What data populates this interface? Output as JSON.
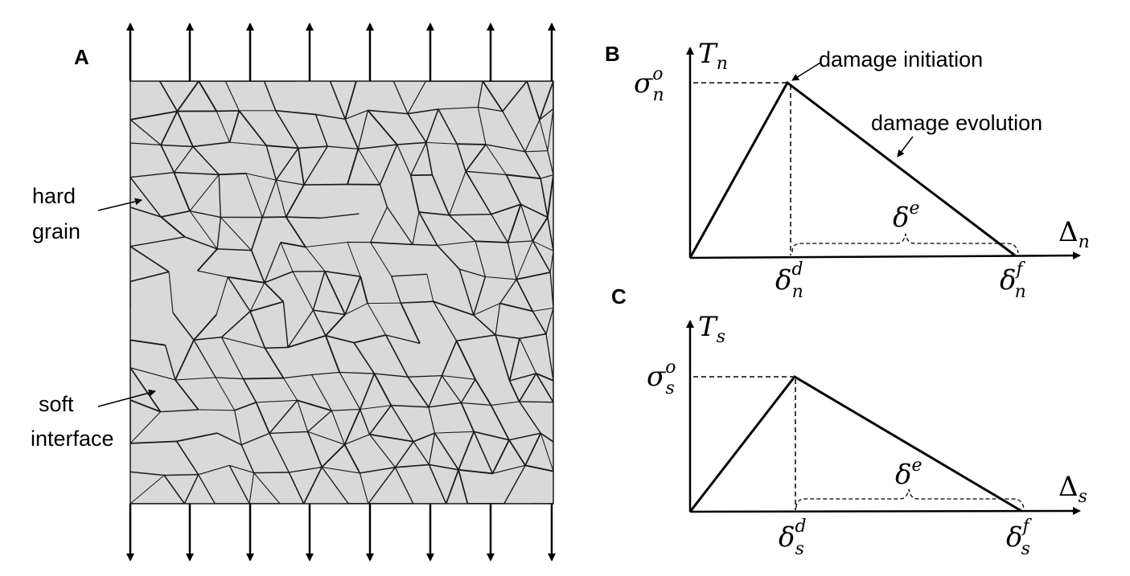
{
  "panels": {
    "a": {
      "label": "A",
      "hard_grain_line1": "hard",
      "hard_grain_line2": "grain",
      "soft_interface_line1": "soft",
      "soft_interface_line2": "interface",
      "grain_fill": "#d9d9d9",
      "boundary_color": "#1a1a1a"
    },
    "b": {
      "label": "B",
      "y_axis": {
        "base": "T",
        "sub": "n"
      },
      "x_axis": {
        "base": "Δ",
        "sub": "n"
      },
      "peak": {
        "base": "σ",
        "sub": "n",
        "sup": "o"
      },
      "initiation_disp": {
        "base": "δ",
        "sub": "n",
        "sup": "d"
      },
      "failure_disp": {
        "base": "δ",
        "sub": "n",
        "sup": "f"
      },
      "elastic_range": {
        "base": "δ",
        "sup": "e"
      },
      "damage_initiation": "damage initiation",
      "damage_evolution": "damage evolution"
    },
    "c": {
      "label": "C",
      "y_axis": {
        "base": "T",
        "sub": "s"
      },
      "x_axis": {
        "base": "Δ",
        "sub": "s"
      },
      "peak": {
        "base": "σ",
        "sub": "s",
        "sup": "o"
      },
      "initiation_disp": {
        "base": "δ",
        "sub": "s",
        "sup": "d"
      },
      "failure_disp": {
        "base": "δ",
        "sub": "s",
        "sup": "f"
      },
      "elastic_range": {
        "base": "δ",
        "sup": "e"
      }
    }
  }
}
